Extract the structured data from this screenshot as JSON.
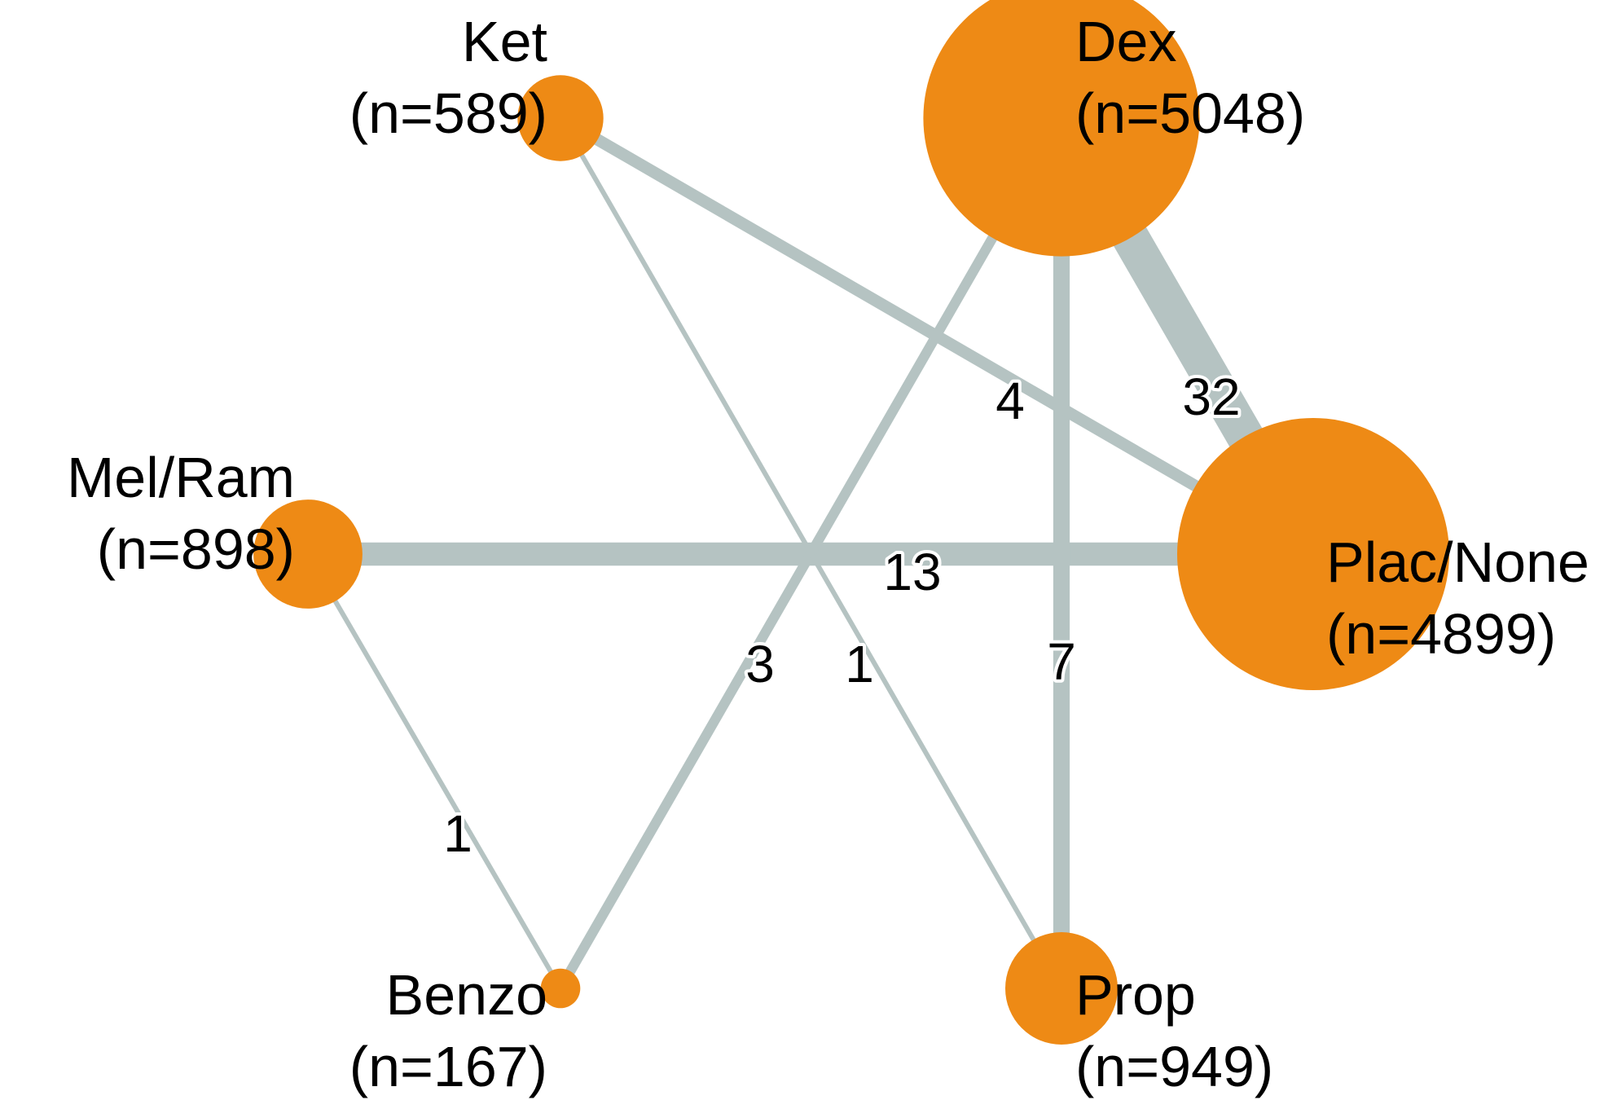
{
  "colors": {
    "node": "#ee8a15",
    "edge": "#b5c3c2",
    "text": "#000000",
    "background": "#ffffff"
  },
  "nodes": [
    {
      "id": "ket",
      "name": "Ket",
      "count_label": "(n=589)",
      "n": 589
    },
    {
      "id": "dex",
      "name": "Dex",
      "count_label": "(n=5048)",
      "n": 5048
    },
    {
      "id": "mel-ram",
      "name": "Mel/Ram",
      "count_label": "(n=898)",
      "n": 898
    },
    {
      "id": "plac-none",
      "name": "Plac/None",
      "count_label": "(n=4899)",
      "n": 4899
    },
    {
      "id": "benzo",
      "name": "Benzo",
      "count_label": "(n=167)",
      "n": 167
    },
    {
      "id": "prop",
      "name": "Prop",
      "count_label": "(n=949)",
      "n": 949
    }
  ],
  "edges": [
    {
      "id": "dex-plac-none",
      "source": "dex",
      "target": "plac-none",
      "studies": 32,
      "label": "32"
    },
    {
      "id": "mel-ram-plac-none",
      "source": "mel-ram",
      "target": "plac-none",
      "studies": 13,
      "label": "13"
    },
    {
      "id": "dex-prop",
      "source": "dex",
      "target": "prop",
      "studies": 7,
      "label": "7"
    },
    {
      "id": "ket-plac-none",
      "source": "ket",
      "target": "plac-none",
      "studies": 4,
      "label": "4"
    },
    {
      "id": "dex-benzo",
      "source": "dex",
      "target": "benzo",
      "studies": 3,
      "label": "3"
    },
    {
      "id": "ket-prop",
      "source": "ket",
      "target": "prop",
      "studies": 1,
      "label": "1"
    },
    {
      "id": "mel-ram-benzo",
      "source": "mel-ram",
      "target": "benzo",
      "studies": 1,
      "label": "1"
    }
  ]
}
